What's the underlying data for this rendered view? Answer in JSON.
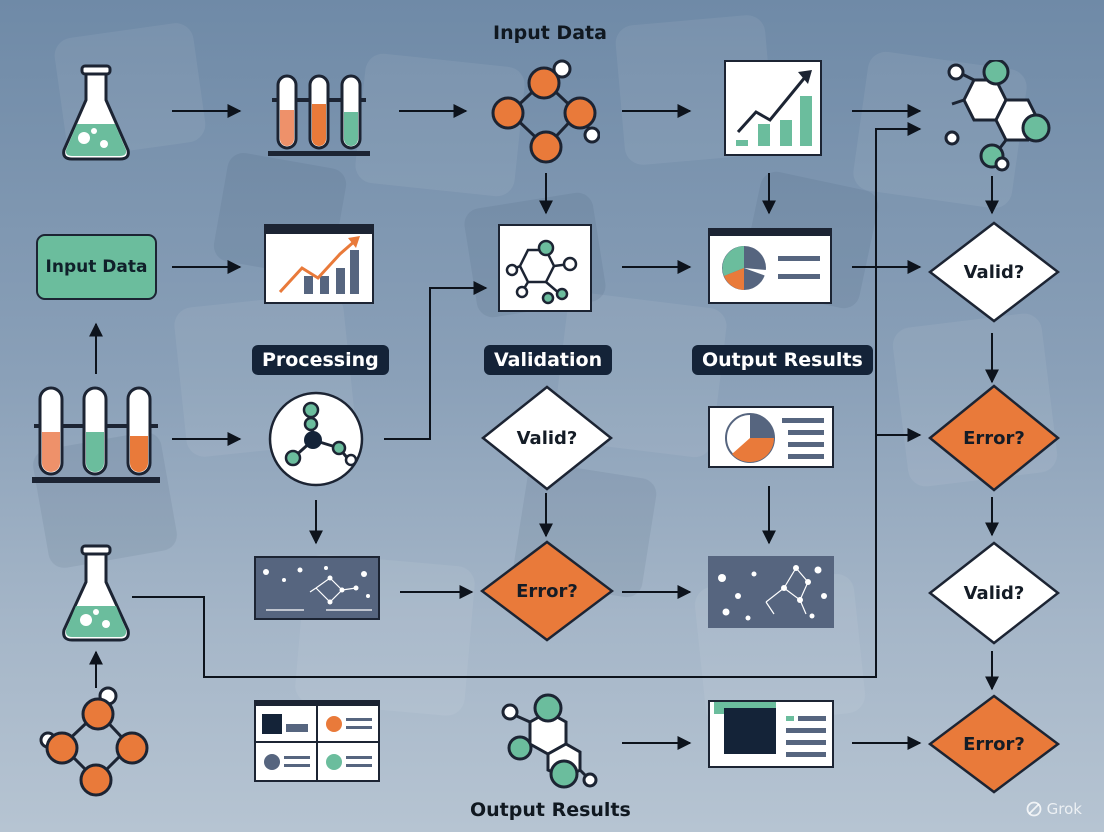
{
  "labels": {
    "input_data_top": "Input Data",
    "input_data_box": "Input Data",
    "processing": "Processing",
    "validation": "Validation",
    "output_results_mid": "Output Results",
    "output_results_bottom": "Output Results"
  },
  "decisions": {
    "valid_center": "Valid?",
    "error_center": "Error?",
    "valid_right_1": "Valid?",
    "error_right_1": "Error?",
    "valid_right_2": "Valid?",
    "error_right_2": "Error?"
  },
  "watermark": {
    "text": "Grok",
    "icon": "grok-logo-icon"
  },
  "colors": {
    "orange": "#e97a3a",
    "green": "#6bbd9d",
    "navy": "#142338",
    "slate": "#56657f",
    "white": "#ffffff"
  },
  "icons": [
    "flask-icon",
    "test-tubes-icon",
    "molecule-icon",
    "bar-chart-icon",
    "hexagon-molecule-icon",
    "pie-chart-panel-icon",
    "scatter-network-icon",
    "dashboard-icon"
  ]
}
